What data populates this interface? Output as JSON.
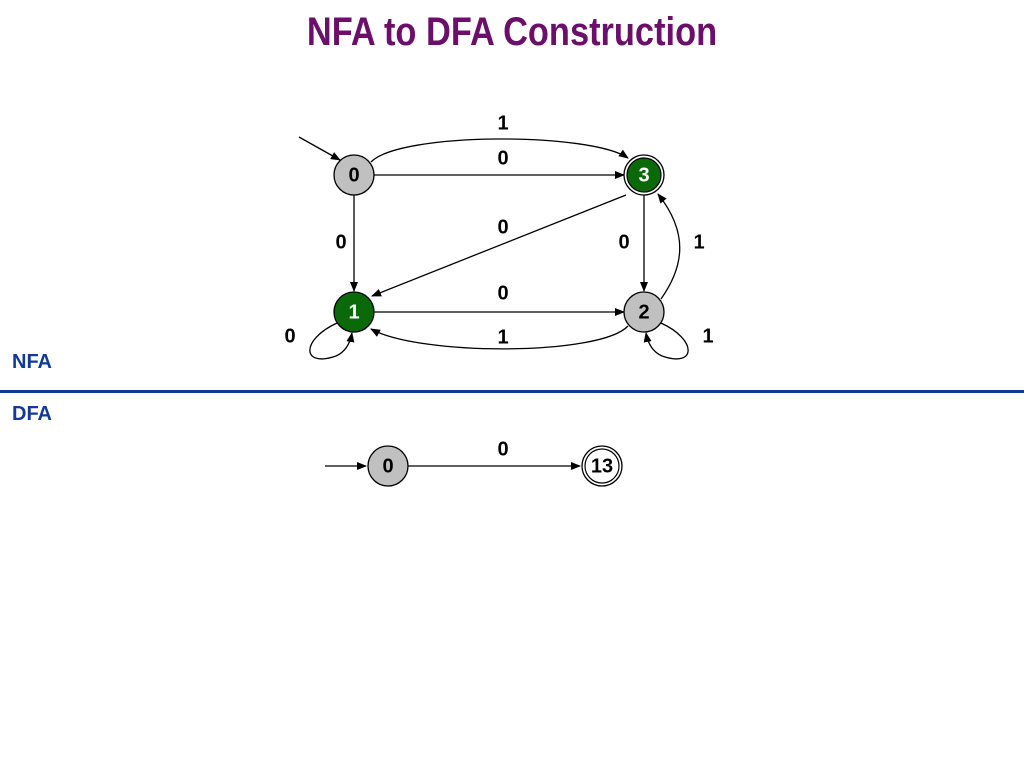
{
  "title": "NFA to DFA Construction",
  "colors": {
    "title": "#6b0f6b",
    "section_label": "#12399a",
    "divider": "#12399a",
    "state_gray": "#c0c0c0",
    "state_green": "#0a6a0a",
    "edge": "#000000"
  },
  "nfa": {
    "label": "NFA",
    "states": [
      {
        "id": "0",
        "label": "0",
        "fill": "gray",
        "accepting": false,
        "start": true
      },
      {
        "id": "3",
        "label": "3",
        "fill": "green",
        "accepting": true,
        "start": false
      },
      {
        "id": "1",
        "label": "1",
        "fill": "green",
        "accepting": false,
        "start": false
      },
      {
        "id": "2",
        "label": "2",
        "fill": "gray",
        "accepting": false,
        "start": false
      }
    ],
    "transitions": [
      {
        "from": "0",
        "to": "3",
        "symbol": "1"
      },
      {
        "from": "0",
        "to": "3",
        "symbol": "0"
      },
      {
        "from": "0",
        "to": "1",
        "symbol": "0"
      },
      {
        "from": "3",
        "to": "1",
        "symbol": "0"
      },
      {
        "from": "3",
        "to": "2",
        "symbol": "0"
      },
      {
        "from": "2",
        "to": "3",
        "symbol": "1"
      },
      {
        "from": "1",
        "to": "2",
        "symbol": "0"
      },
      {
        "from": "2",
        "to": "1",
        "symbol": "1"
      },
      {
        "from": "1",
        "to": "1",
        "symbol": "0"
      },
      {
        "from": "2",
        "to": "2",
        "symbol": "1"
      }
    ]
  },
  "dfa": {
    "label": "DFA",
    "states": [
      {
        "id": "0",
        "label": "0",
        "fill": "gray",
        "accepting": false,
        "start": true
      },
      {
        "id": "13",
        "label": "13",
        "fill": "white",
        "accepting": true,
        "start": false
      }
    ],
    "transitions": [
      {
        "from": "0",
        "to": "13",
        "symbol": "0"
      }
    ]
  }
}
